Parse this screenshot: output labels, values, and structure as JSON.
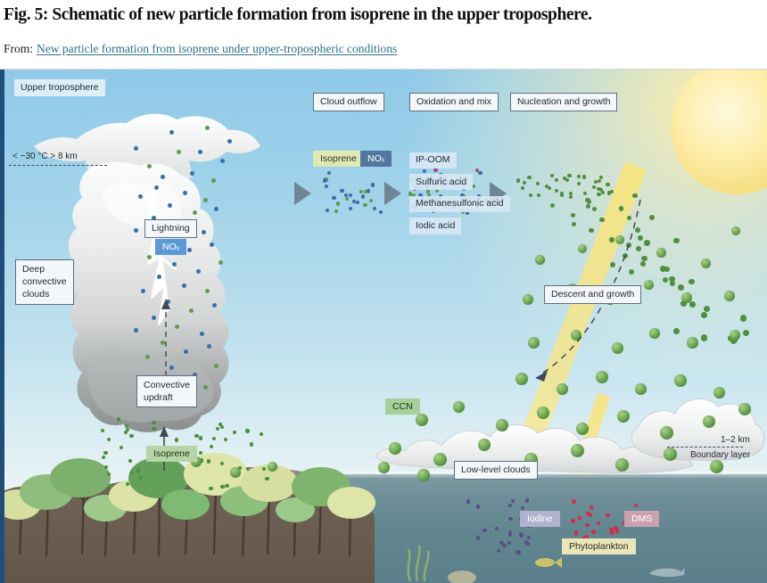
{
  "header": {
    "figure_title": "Fig. 5: Schematic of new particle formation from isoprene in the upper troposphere.",
    "from_label": "From:",
    "source_link": "New particle formation from isoprene under upper-tropospheric conditions"
  },
  "figure": {
    "labels": {
      "upper_troposphere": "Upper troposphere",
      "altitude_note": "< −30 °C  > 8 km",
      "deep_convective_clouds": "Deep\nconvective\nclouds",
      "deep_convective_clouds_lines": [
        "Deep",
        "convective",
        "clouds"
      ],
      "lightning": "Lightning",
      "nox_cloud": "NOₓ",
      "convective_updraft_lines": [
        "Convective",
        "updraft"
      ],
      "isoprene_surface": "Isoprene",
      "cloud_outflow": "Cloud outflow",
      "oxidation_and_mix": "Oxidation and mix",
      "nucleation_and_growth": "Nucleation and growth",
      "isoprene_flow": "Isoprene",
      "nox_flow": "NOₓ",
      "descent_and_growth": "Descent and growth",
      "ccn": "CCN",
      "low_level_clouds": "Low-level clouds",
      "boundary_layer_height": "1–2 km",
      "boundary_layer": "Boundary layer",
      "iodine": "Iodine",
      "dms": "DMS",
      "phytoplankton": "Phytoplankton"
    },
    "species_list": [
      "IP-OOM",
      "Sulfuric acid",
      "Methanesulfonic acid",
      "Iodic acid"
    ],
    "colors": {
      "sky_top": "#8fc9e8",
      "sky_bottom": "#eaf4f4",
      "ocean": "#6d8e98",
      "land": "#6d6254",
      "sun": "#fdeeab",
      "sunbeam": "#fae478",
      "particle_blue": "#3b6ea8",
      "particle_green": "#5f9b4c",
      "particle_magenta": "#b4437c",
      "particle_iodine": "#5b4f86",
      "particle_dms": "#cf2f48",
      "ccn_badge": "#a7cf98",
      "isoprene_badge": "#dfe9b4",
      "nox_badge": "#5b9bd5",
      "arrow": "#6d8594",
      "link": "#2a6f8e",
      "left_stripe": "#1f4e79"
    }
  }
}
